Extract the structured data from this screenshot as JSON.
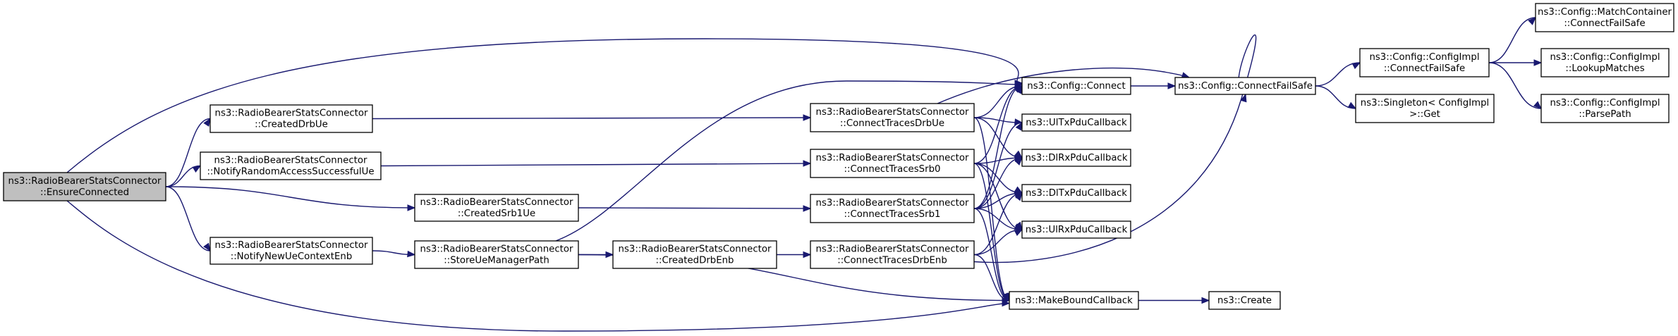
{
  "nodes": [
    {
      "id": "ensure",
      "lines": [
        "ns3::RadioBearerStatsConnector",
        "::EnsureConnected"
      ],
      "highlight": true
    },
    {
      "id": "createdDrbUe",
      "lines": [
        "ns3::RadioBearerStatsConnector",
        "::CreatedDrbUe"
      ]
    },
    {
      "id": "notifyRA",
      "lines": [
        "ns3::RadioBearerStatsConnector",
        "::NotifyRandomAccessSuccessfulUe"
      ]
    },
    {
      "id": "createdSrb1Ue",
      "lines": [
        "ns3::RadioBearerStatsConnector",
        "::CreatedSrb1Ue"
      ]
    },
    {
      "id": "notifyNewUe",
      "lines": [
        "ns3::RadioBearerStatsConnector",
        "::NotifyNewUeContextEnb"
      ]
    },
    {
      "id": "storeUe",
      "lines": [
        "ns3::RadioBearerStatsConnector",
        "::StoreUeManagerPath"
      ]
    },
    {
      "id": "createdDrbEnb",
      "lines": [
        "ns3::RadioBearerStatsConnector",
        "::CreatedDrbEnb"
      ]
    },
    {
      "id": "ctDrbUe",
      "lines": [
        "ns3::RadioBearerStatsConnector",
        "::ConnectTracesDrbUe"
      ]
    },
    {
      "id": "ctSrb0",
      "lines": [
        "ns3::RadioBearerStatsConnector",
        "::ConnectTracesSrb0"
      ]
    },
    {
      "id": "ctSrb1",
      "lines": [
        "ns3::RadioBearerStatsConnector",
        "::ConnectTracesSrb1"
      ]
    },
    {
      "id": "ctDrbEnb",
      "lines": [
        "ns3::RadioBearerStatsConnector",
        "::ConnectTracesDrbEnb"
      ]
    },
    {
      "id": "cfgConnect",
      "lines": [
        "ns3::Config::Connect"
      ]
    },
    {
      "id": "ulTx",
      "lines": [
        "ns3::UlTxPduCallback"
      ]
    },
    {
      "id": "dlRx",
      "lines": [
        "ns3::DlRxPduCallback"
      ]
    },
    {
      "id": "dlTx",
      "lines": [
        "ns3::DlTxPduCallback"
      ]
    },
    {
      "id": "ulRx",
      "lines": [
        "ns3::UlRxPduCallback"
      ]
    },
    {
      "id": "makeBound",
      "lines": [
        "ns3::MakeBoundCallback"
      ]
    },
    {
      "id": "cfgFailSafe",
      "lines": [
        "ns3::Config::ConnectFailSafe"
      ]
    },
    {
      "id": "create",
      "lines": [
        "ns3::Create"
      ]
    },
    {
      "id": "implFailSafe",
      "lines": [
        "ns3::Config::ConfigImpl",
        "::ConnectFailSafe"
      ]
    },
    {
      "id": "singleton",
      "lines": [
        "ns3::Singleton< ConfigImpl",
        " >::Get"
      ]
    },
    {
      "id": "matchCont",
      "lines": [
        "ns3::Config::MatchContainer",
        "::ConnectFailSafe"
      ]
    },
    {
      "id": "lookup",
      "lines": [
        "ns3::Config::ConfigImpl",
        "::LookupMatches"
      ]
    },
    {
      "id": "parsePath",
      "lines": [
        "ns3::Config::ConfigImpl",
        "::ParsePath"
      ]
    }
  ],
  "edges": [
    [
      "ensure",
      "cfgConnect"
    ],
    [
      "ensure",
      "createdDrbUe"
    ],
    [
      "ensure",
      "notifyRA"
    ],
    [
      "ensure",
      "createdSrb1Ue"
    ],
    [
      "ensure",
      "notifyNewUe"
    ],
    [
      "ensure",
      "makeBound"
    ],
    [
      "createdDrbUe",
      "ctDrbUe"
    ],
    [
      "notifyRA",
      "ctSrb0"
    ],
    [
      "createdSrb1Ue",
      "ctSrb1"
    ],
    [
      "notifyNewUe",
      "storeUe"
    ],
    [
      "storeUe",
      "createdDrbEnb"
    ],
    [
      "storeUe",
      "cfgConnect"
    ],
    [
      "storeUe",
      "makeBound"
    ],
    [
      "createdDrbEnb",
      "ctDrbEnb"
    ],
    [
      "ctDrbUe",
      "cfgConnect"
    ],
    [
      "ctDrbUe",
      "ulTx"
    ],
    [
      "ctDrbUe",
      "dlRx"
    ],
    [
      "ctDrbUe",
      "makeBound"
    ],
    [
      "ctDrbUe",
      "cfgFailSafe"
    ],
    [
      "ctSrb0",
      "cfgConnect"
    ],
    [
      "ctSrb0",
      "dlRx"
    ],
    [
      "ctSrb0",
      "dlTx"
    ],
    [
      "ctSrb0",
      "ulRx"
    ],
    [
      "ctSrb0",
      "makeBound"
    ],
    [
      "ctSrb1",
      "cfgConnect"
    ],
    [
      "ctSrb1",
      "ulTx"
    ],
    [
      "ctSrb1",
      "dlRx"
    ],
    [
      "ctSrb1",
      "dlTx"
    ],
    [
      "ctSrb1",
      "ulRx"
    ],
    [
      "ctSrb1",
      "makeBound"
    ],
    [
      "ctDrbEnb",
      "cfgFailSafe"
    ],
    [
      "ctDrbEnb",
      "dlTx"
    ],
    [
      "ctDrbEnb",
      "ulRx"
    ],
    [
      "ctDrbEnb",
      "makeBound"
    ],
    [
      "cfgConnect",
      "cfgFailSafe"
    ],
    [
      "cfgFailSafe",
      "implFailSafe"
    ],
    [
      "cfgFailSafe",
      "singleton"
    ],
    [
      "implFailSafe",
      "matchCont"
    ],
    [
      "implFailSafe",
      "lookup"
    ],
    [
      "implFailSafe",
      "parsePath"
    ],
    [
      "makeBound",
      "create"
    ]
  ]
}
